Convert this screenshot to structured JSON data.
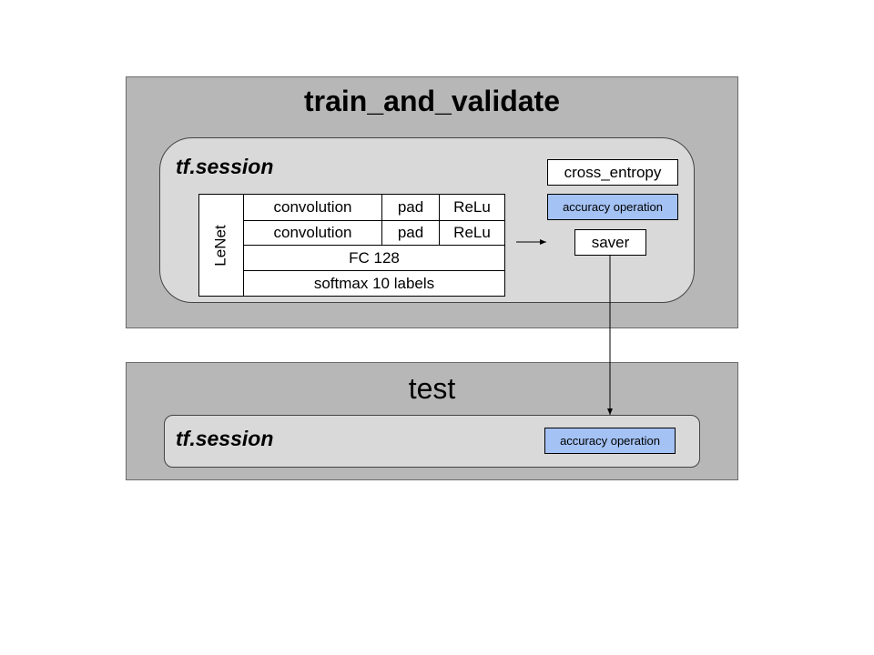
{
  "train_block": {
    "title": "train_and_validate",
    "session_label": "tf.session",
    "model_label": "LeNet",
    "layers": {
      "row1": {
        "op": "convolution",
        "pad": "pad",
        "act": "ReLu"
      },
      "row2": {
        "op": "convolution",
        "pad": "pad",
        "act": "ReLu"
      },
      "fc": "FC 128",
      "softmax": "softmax 10 labels"
    },
    "outputs": {
      "cross_entropy": "cross_entropy",
      "accuracy": "accuracy operation",
      "saver": "saver"
    }
  },
  "test_block": {
    "title": "test",
    "session_label": "tf.session",
    "accuracy": "accuracy operation"
  },
  "colors": {
    "outer_panel": "#b7b7b7",
    "inner_panel": "#d9d9d9",
    "accuracy_fill": "#a4c2f4"
  }
}
